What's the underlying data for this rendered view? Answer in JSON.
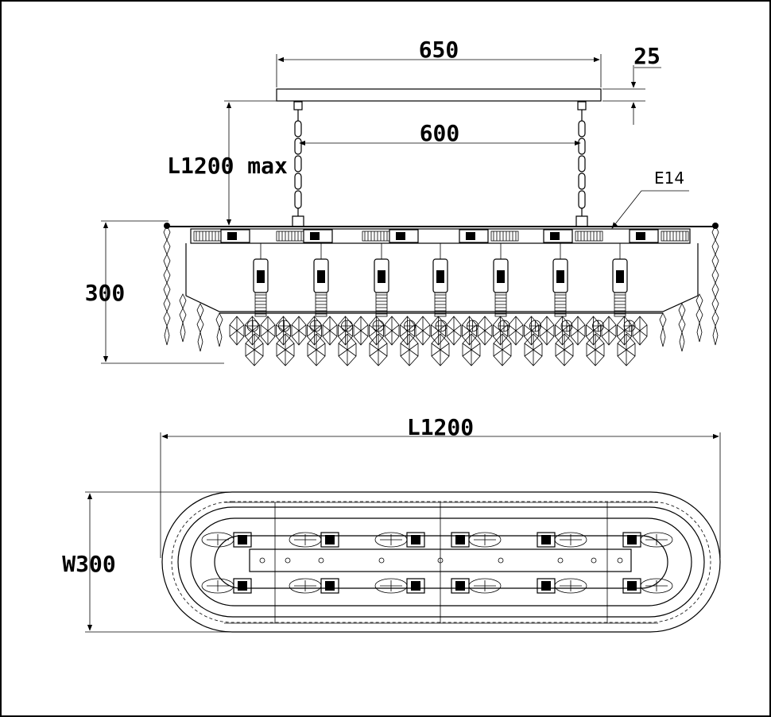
{
  "dimensions": {
    "canopy_length": "650",
    "canopy_thickness": "25",
    "chain_spacing": "600",
    "chain_length": "L1200 max",
    "socket_type": "E14",
    "height": "300",
    "length": "L1200",
    "width": "W300"
  },
  "colors": {
    "line": "#000000",
    "background": "#ffffff"
  }
}
